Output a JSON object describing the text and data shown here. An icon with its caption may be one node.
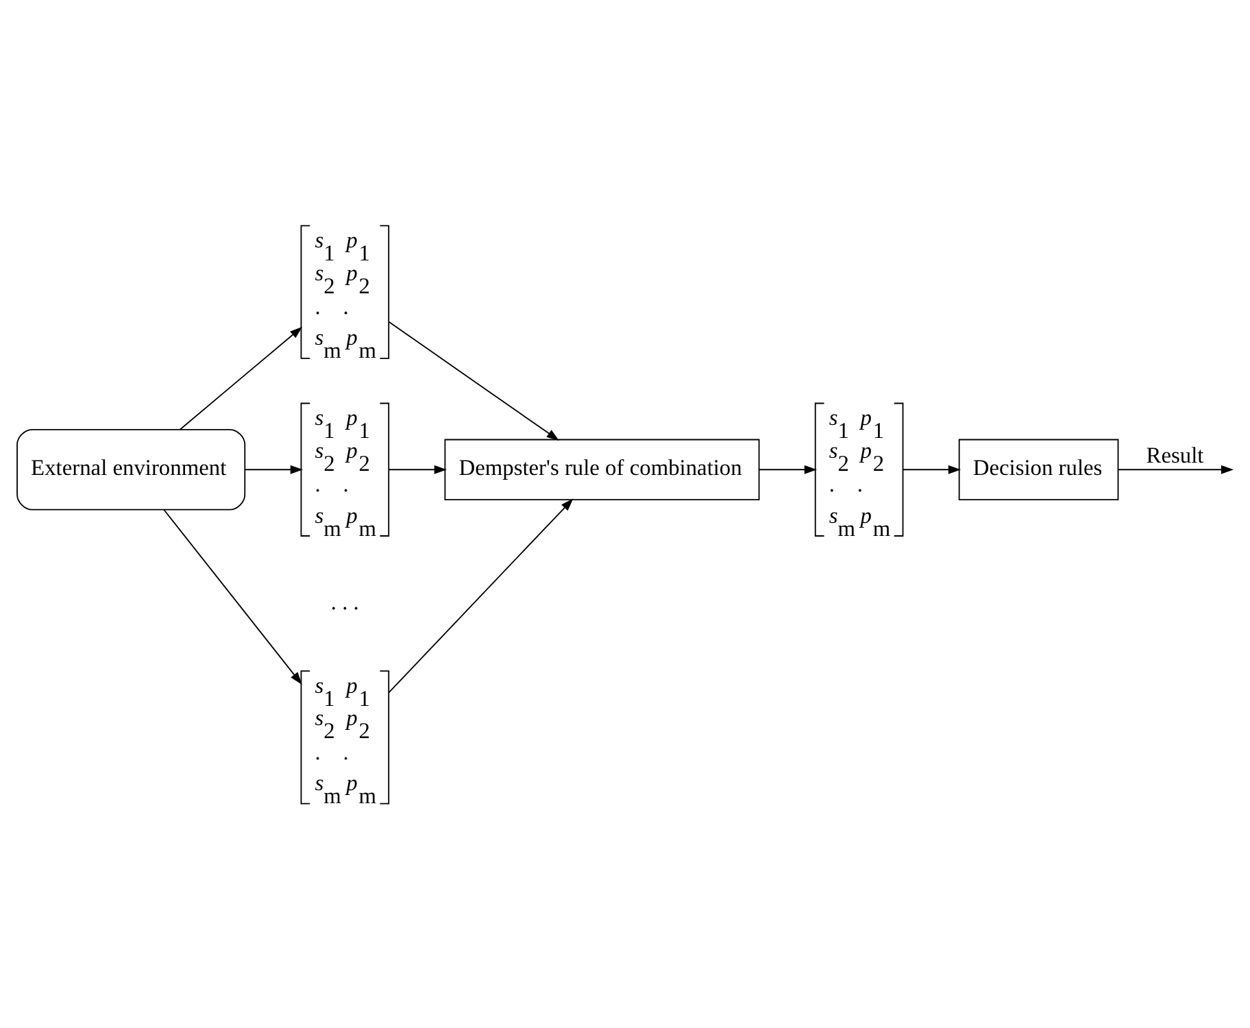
{
  "diagram": {
    "nodes": [
      {
        "text": [
          "External environment"
        ]
      },
      {
        "text": [
          "*s*$_{1}$  *p*$_{1}$",
          "*s*$_{2}$  *p*$_{2}$",
          ".    .",
          "*s*$_{m}$ *p*$_{m}$"
        ]
      },
      {
        "text": [
          "*s*$_{1}$  *p*$_{1}$",
          "*s*$_{2}$  *p*$_{2}$",
          ".    .",
          "*s*$_{m}$ *p*$_{m}$"
        ]
      },
      {
        "text": [
          "*s*$_{1}$  *p*$_{1}$",
          "*s*$_{2}$  *p*$_{2}$",
          ".    .",
          "*s*$_{m}$ *p*$_{m}$"
        ]
      },
      {
        "text": [
          "Dempster's rule of combination"
        ]
      },
      {
        "text": [
          "*s*$_{1}$  *p*$_{1}$",
          "*s*$_{2}$  *p*$_{2}$",
          ".    .",
          "*s*$_{m}$ *p*$_{m}$"
        ]
      },
      {
        "text": [
          "Decision rules"
        ]
      }
    ],
    "edges": [
      {
        "from": 0,
        "to": 1,
        "arrow": "to"
      },
      {
        "from": 0,
        "to": 2,
        "arrow": "to"
      },
      {
        "from": 0,
        "to": 3,
        "arrow": "to"
      },
      {
        "from": 1,
        "to": 4,
        "arrow": "to"
      },
      {
        "from": 2,
        "to": 4,
        "arrow": "to"
      },
      {
        "from": 3,
        "to": 4,
        "arrow": "to"
      },
      {
        "from": 4,
        "to": 5,
        "arrow": "to"
      },
      {
        "from": 5,
        "to": 6,
        "arrow": "to"
      },
      {
        "from": 6,
        "to": null,
        "label": "Result",
        "arrow": "to"
      }
    ],
    "labels": [
      ". . ."
    ]
  }
}
